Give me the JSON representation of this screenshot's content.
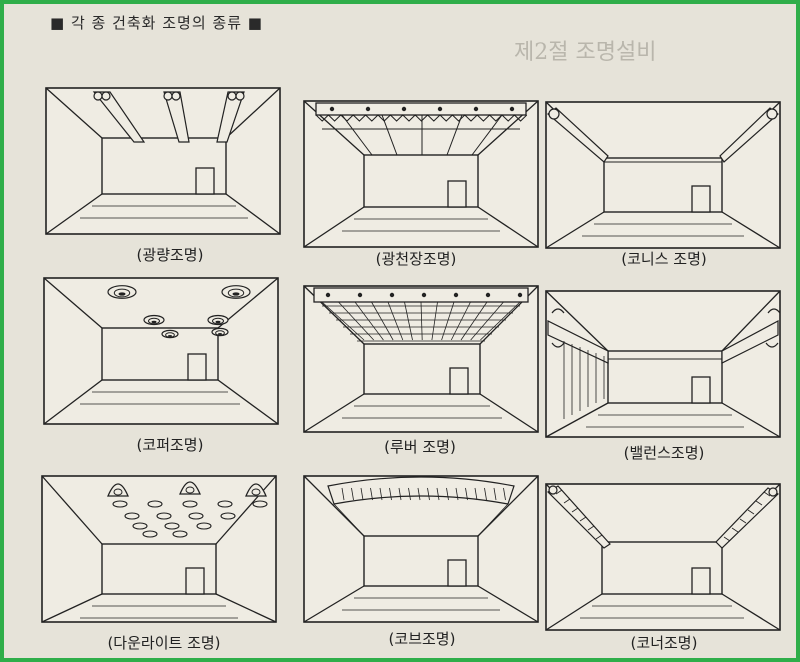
{
  "title": "■ 각 종 건축화 조명의 종류 ■",
  "panels": [
    {
      "id": "gwangryang",
      "caption": "(광량조명)",
      "type": "tubes"
    },
    {
      "id": "gwangcheonjang",
      "caption": "(광천장조명)",
      "type": "ceiling-panel"
    },
    {
      "id": "cornice",
      "caption": "(코니스 조명)",
      "type": "cornice"
    },
    {
      "id": "coffer",
      "caption": "(코퍼조명)",
      "type": "coffer"
    },
    {
      "id": "louver",
      "caption": "(루버 조명)",
      "type": "louver"
    },
    {
      "id": "valance",
      "caption": "(밸런스조명)",
      "type": "valance"
    },
    {
      "id": "downlight",
      "caption": "(다운라이트 조명)",
      "type": "downlight"
    },
    {
      "id": "cove",
      "caption": "(코브조명)",
      "type": "cove"
    },
    {
      "id": "corner",
      "caption": "(코너조명)",
      "type": "corner"
    }
  ]
}
